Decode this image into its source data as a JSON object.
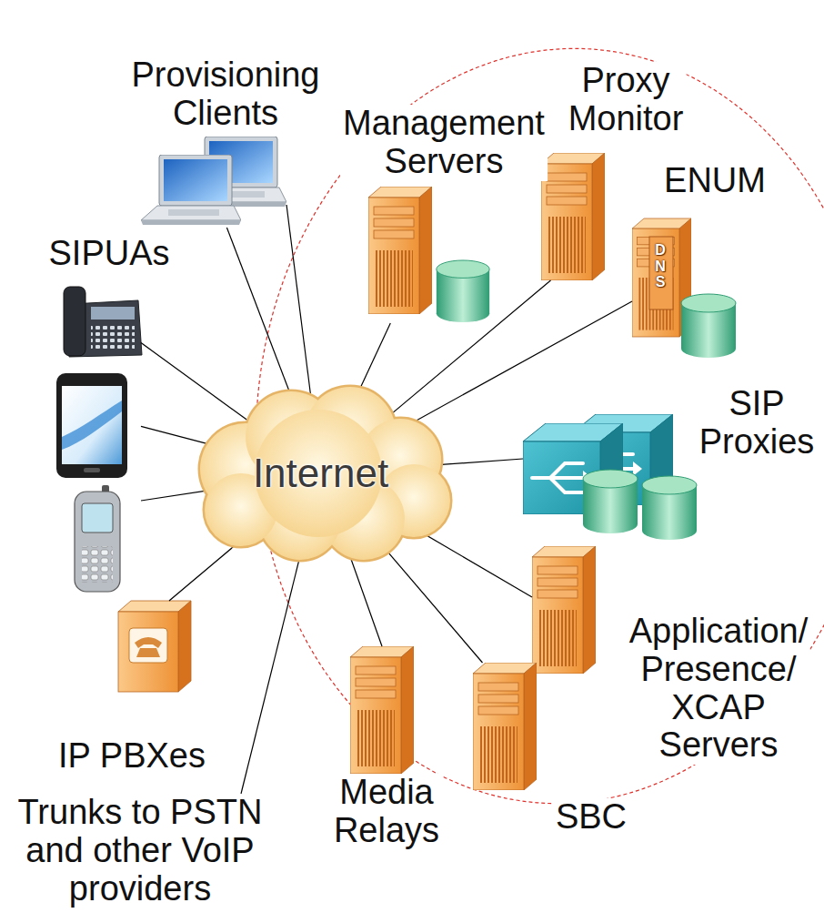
{
  "diagram": {
    "nodes": [
      {
        "text": [
          "Provisioning Clients"
        ]
      },
      {
        "text": [
          "Management Servers"
        ]
      },
      {
        "text": [
          "Proxy Monitor"
        ]
      },
      {
        "text": [
          "ENUM"
        ]
      },
      {
        "text": [
          "SIPUAs"
        ]
      },
      {
        "text": [
          "Internet"
        ]
      },
      {
        "text": [
          "SIP Proxies"
        ]
      },
      {
        "text": [
          "Application/ Presence/ XCAP Servers"
        ]
      },
      {
        "text": [
          "IP PBXes"
        ]
      },
      {
        "text": [
          "Media Relays"
        ]
      },
      {
        "text": [
          "SBC"
        ]
      },
      {
        "text": [
          "Trunks to PSTN and other VoIP providers"
        ]
      }
    ],
    "edges": [
      {
        "from": 0,
        "to": 5,
        "arrow": "none"
      },
      {
        "from": 0,
        "to": 5,
        "arrow": "none"
      },
      {
        "from": 1,
        "to": 5,
        "arrow": "none"
      },
      {
        "from": 2,
        "to": 5,
        "arrow": "none"
      },
      {
        "from": 3,
        "to": 5,
        "arrow": "none"
      },
      {
        "from": 4,
        "to": 5,
        "arrow": "none"
      },
      {
        "from": 4,
        "to": 5,
        "arrow": "none"
      },
      {
        "from": 4,
        "to": 5,
        "arrow": "none"
      },
      {
        "from": 6,
        "to": 5,
        "arrow": "none"
      },
      {
        "from": 7,
        "to": 5,
        "arrow": "none"
      },
      {
        "from": 8,
        "to": 5,
        "arrow": "none"
      },
      {
        "from": 9,
        "to": 5,
        "arrow": "none"
      },
      {
        "from": 10,
        "to": 5,
        "arrow": "none"
      },
      {
        "from": 11,
        "to": 5,
        "arrow": "none"
      }
    ],
    "labels": [
      "DNS"
    ]
  }
}
